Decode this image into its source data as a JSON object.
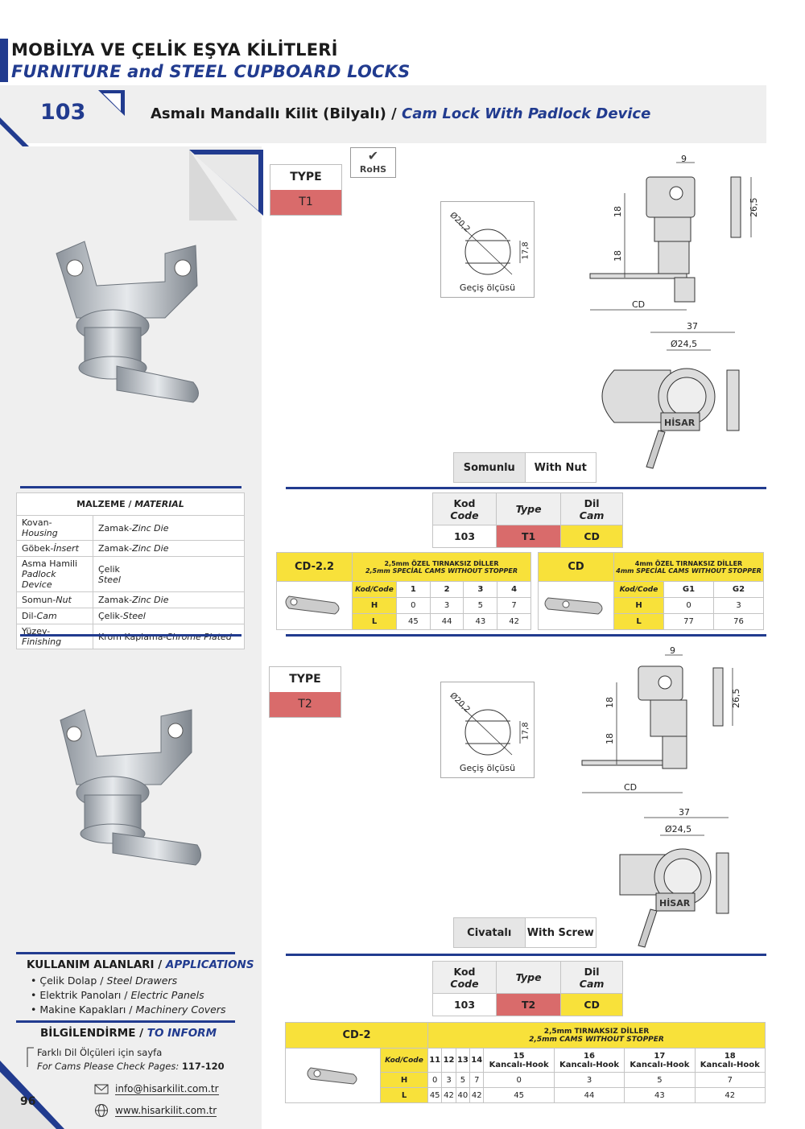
{
  "header": {
    "title_tr": "MOBİLYA VE ÇELİK EŞYA KİLİTLERİ",
    "title_en": "FURNITURE and STEEL CUPBOARD LOCKS"
  },
  "product": {
    "code": "103",
    "name_tr": "Asmalı Mandallı Kilit (Bilyalı) /",
    "name_en": "Cam Lock With Padlock Device"
  },
  "rohs": "RoHS",
  "type_label": "TYPE",
  "t1": {
    "type": "T1",
    "gecis": "Geçiş ölçüsü",
    "dims": {
      "d20": "Ø20,2",
      "h17": "17,8",
      "w9": "9",
      "h18a": "18",
      "h18b": "18",
      "h26": "26,5",
      "cd": "CD",
      "w37": "37",
      "d24": "Ø24,5"
    },
    "brand": "HİSAR",
    "option_tr": "Somunlu",
    "option_en": "With Nut",
    "kod": {
      "h1": "Kod",
      "h1b": "Code",
      "h2": "Type",
      "h3": "Dil",
      "h3b": "Cam",
      "code": "103",
      "type": "T1",
      "cam": "CD"
    }
  },
  "t2": {
    "type": "T2",
    "gecis": "Geçiş ölçüsü",
    "dims": {
      "d20": "Ø20,2",
      "h17": "17,8",
      "w9": "9",
      "h18a": "18",
      "h18b": "18",
      "h26": "26,5",
      "cd": "CD",
      "w37": "37",
      "d24": "Ø24,5"
    },
    "brand": "HİSAR",
    "option_tr": "Civatalı",
    "option_en": "With Screw",
    "kod": {
      "h1": "Kod",
      "h1b": "Code",
      "h2": "Type",
      "h3": "Dil",
      "h3b": "Cam",
      "code": "103",
      "type": "T2",
      "cam": "CD"
    }
  },
  "material": {
    "title_tr": "MALZEME /",
    "title_en": "MATERIAL",
    "rows": [
      {
        "k_tr": "Kovan-",
        "k_en": "Housing",
        "v_tr": "Zamak-",
        "v_en": "Zinc Die"
      },
      {
        "k_tr": "Göbek-",
        "k_en": "İnsert",
        "v_tr": "Zamak-",
        "v_en": "Zinc Die"
      },
      {
        "k_tr": "Asma Hamili",
        "k_en": "Padlock Device",
        "v_tr": "Çelik",
        "v_en": "Steel"
      },
      {
        "k_tr": "Somun-",
        "k_en": "Nut",
        "v_tr": "Zamak-",
        "v_en": "Zinc Die"
      },
      {
        "k_tr": "Dil-",
        "k_en": "Cam",
        "v_tr": "Çelik-",
        "v_en": "Steel"
      },
      {
        "k_tr": "Yüzey-",
        "k_en": "Finishing",
        "v_tr": "Krom Kaplama-",
        "v_en": "Chrome Plated"
      }
    ]
  },
  "cd22": {
    "name": "CD-2.2",
    "desc_tr": "2,5mm ÖZEL TIRNAKSIZ DİLLER",
    "desc_en": "2,5mm SPECİAL CAMS WITHOUT STOPPER",
    "kod_label": "Kod/Code",
    "cols": [
      "1",
      "2",
      "3",
      "4"
    ],
    "H": [
      "0",
      "3",
      "5",
      "7"
    ],
    "L": [
      "45",
      "44",
      "43",
      "42"
    ]
  },
  "cd": {
    "name": "CD",
    "desc_tr": "4mm ÖZEL TIRNAKSIZ DİLLER",
    "desc_en": "4mm SPECİAL CAMS WITHOUT STOPPER",
    "kod_label": "Kod/Code",
    "cols": [
      "G1",
      "G2"
    ],
    "H": [
      "0",
      "3"
    ],
    "L": [
      "77",
      "76"
    ]
  },
  "cd2": {
    "name": "CD-2",
    "desc_tr": "2,5mm TIRNAKSIZ DİLLER",
    "desc_en": "2,5mm CAMS WITHOUT STOPPER",
    "kod_label": "Kod/Code",
    "cols": [
      {
        "n": "11",
        "s": ""
      },
      {
        "n": "12",
        "s": ""
      },
      {
        "n": "13",
        "s": ""
      },
      {
        "n": "14",
        "s": ""
      },
      {
        "n": "15",
        "s": "Kancalı-Hook"
      },
      {
        "n": "16",
        "s": "Kancalı-Hook"
      },
      {
        "n": "17",
        "s": "Kancalı-Hook"
      },
      {
        "n": "18",
        "s": "Kancalı-Hook"
      }
    ],
    "H": [
      "0",
      "3",
      "5",
      "7",
      "0",
      "3",
      "5",
      "7"
    ],
    "L": [
      "45",
      "42",
      "40",
      "42",
      "45",
      "44",
      "43",
      "42"
    ]
  },
  "row_h": "H",
  "row_l": "L",
  "applications": {
    "title_tr": "KULLANIM ALANLARI /",
    "title_en": "APPLICATIONS",
    "items": [
      {
        "tr": "Çelik Dolap /",
        "en": "Steel Drawers"
      },
      {
        "tr": "Elektrik Panoları /",
        "en": "Electric Panels"
      },
      {
        "tr": "Makine Kapakları /",
        "en": "Machinery Covers"
      }
    ]
  },
  "inform": {
    "title_tr": "BİLGİLENDİRME /",
    "title_en": "TO INFORM",
    "line1": "Farklı Dil Ölçüleri için sayfa",
    "line2": "For Cams Please Check Pages:",
    "pages": "117-120"
  },
  "footer": {
    "page": "96",
    "email": "info@hisarkilit.com.tr",
    "web": "www.hisarkilit.com.tr"
  }
}
